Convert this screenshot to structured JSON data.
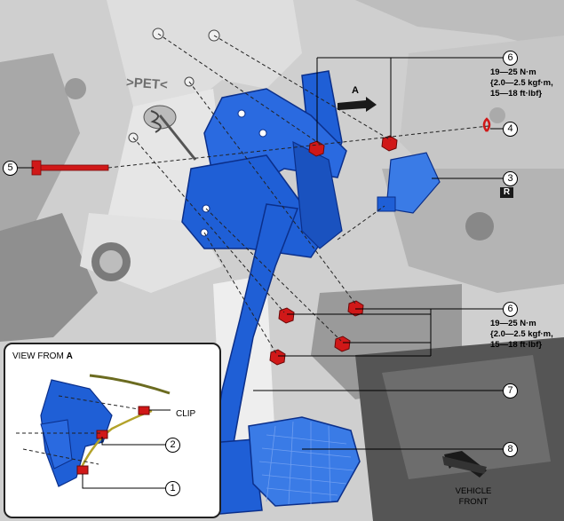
{
  "callouts": {
    "c1": "1",
    "c2": "2",
    "c3": "3",
    "c4": "4",
    "c5": "5",
    "c6a": "6",
    "c6b": "6",
    "c7": "7",
    "c8": "8"
  },
  "torque_spec": {
    "line1": "19—25 N·m",
    "line2": "{2.0—2.5 kgf·m,",
    "line3": "15—18 ft·lbf}"
  },
  "view_marker": "A",
  "rhd_badge": "R",
  "bracket_stamp": ">PET<",
  "inset": {
    "title_prefix": "VIEW FROM",
    "title_ref": "A",
    "clip_label": "CLIP"
  },
  "vehicle_front": {
    "line1": "VEHICLE",
    "line2": "FRONT"
  },
  "colors": {
    "pedal_blue": "#1f5fd6",
    "pedal_dark": "#0b2f8a",
    "clip_red": "#d01818",
    "background_gray": "#d7d7d7",
    "shadow_gray": "#a9a9a9"
  }
}
